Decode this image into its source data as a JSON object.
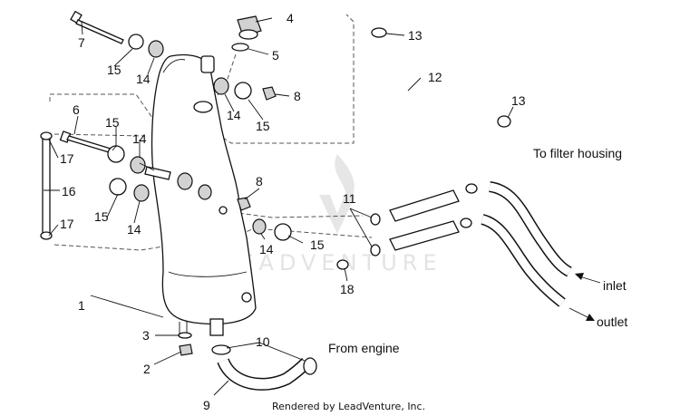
{
  "callouts": {
    "c1": "1",
    "c2": "2",
    "c3": "3",
    "c4": "4",
    "c5": "5",
    "c6": "6",
    "c7": "7",
    "c8a": "8",
    "c8b": "8",
    "c9": "9",
    "c10": "10",
    "c11": "11",
    "c12": "12",
    "c13a": "13",
    "c13b": "13",
    "c14a": "14",
    "c14b": "14",
    "c14c": "14",
    "c14d": "14",
    "c14e": "14",
    "c15a": "15",
    "c15b": "15",
    "c15c": "15",
    "c15d": "15",
    "c15e": "15",
    "c16": "16",
    "c17a": "17",
    "c17b": "17",
    "c18": "18"
  },
  "labels": {
    "filter": "To filter housing",
    "inlet": "inlet",
    "outlet": "outlet",
    "from_engine": "From engine"
  },
  "watermark": "LEADVENTURE",
  "credit": "Rendered by LeadVenture, Inc."
}
